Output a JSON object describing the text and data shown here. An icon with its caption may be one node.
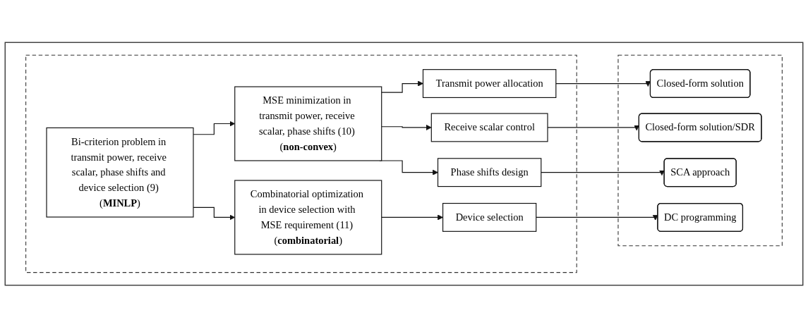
{
  "diagram": {
    "nodes": [
      {
        "text": [],
        "shape": "box"
      },
      {
        "text": [],
        "shape": "box",
        "in": 0
      },
      {
        "text": [],
        "shape": "box",
        "in": 0
      },
      {
        "text": [
          "Bi-criterion problem in transmit power, receive scalar, phase shifts and device selection (9) (**MINLP**)"
        ],
        "in": 1
      },
      {
        "text": [
          "MSE minimization in transmit power, receive scalar, phase shifts (10) (**non-convex**)"
        ],
        "in": 1
      },
      {
        "text": [
          "Combinatorial optimization in device selection with MSE requirement (11) (**combinatorial**)"
        ],
        "in": 1
      },
      {
        "text": [
          "Transmit power allocation"
        ],
        "in": 1
      },
      {
        "text": [
          "Receive scalar control"
        ],
        "in": 1
      },
      {
        "text": [
          "Phase shifts design"
        ],
        "in": 1
      },
      {
        "text": [
          "Device selection"
        ],
        "in": 1
      },
      {
        "text": [
          "Closed-form solution"
        ],
        "in": 2
      },
      {
        "text": [
          "Closed-form solution/SDR"
        ],
        "in": 2
      },
      {
        "text": [
          "SCA approach"
        ],
        "in": 2
      },
      {
        "text": [
          "DC programming"
        ],
        "in": 2
      }
    ],
    "edges": [
      {
        "from": 3,
        "to": 4,
        "arrow": "to"
      },
      {
        "from": 3,
        "to": 5,
        "arrow": "to"
      },
      {
        "from": 4,
        "to": 6,
        "arrow": "to"
      },
      {
        "from": 4,
        "to": 7,
        "arrow": "to"
      },
      {
        "from": 4,
        "to": 8,
        "arrow": "to"
      },
      {
        "from": 5,
        "to": 9,
        "arrow": "to"
      },
      {
        "from": 6,
        "to": 10,
        "arrow": "to"
      },
      {
        "from": 7,
        "to": 11,
        "arrow": "to"
      },
      {
        "from": 8,
        "to": 12,
        "arrow": "to"
      },
      {
        "from": 9,
        "to": 13,
        "arrow": "to"
      }
    ]
  }
}
